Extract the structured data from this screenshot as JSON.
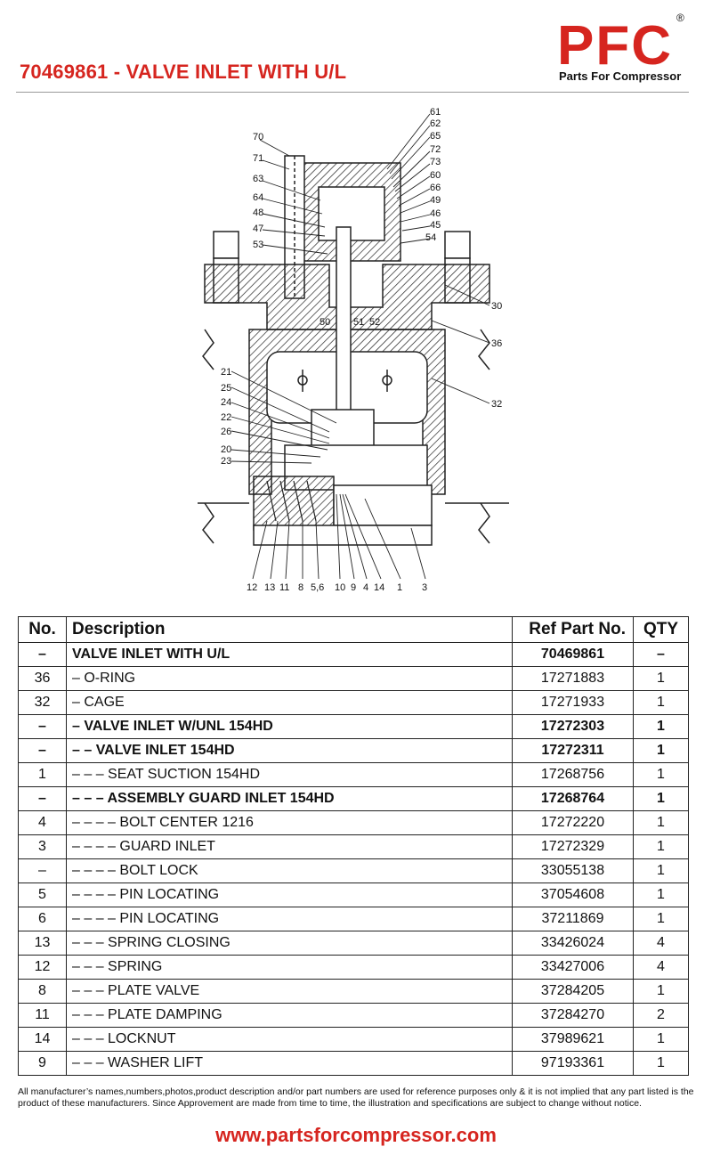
{
  "header": {
    "title": "70469861 - VALVE INLET WITH U/L",
    "logo_text": "PFC",
    "logo_registered": "®",
    "logo_tagline": "Parts For Compressor"
  },
  "drawing": {
    "callouts": [
      "61",
      "62",
      "65",
      "72",
      "73",
      "60",
      "66",
      "49",
      "46",
      "45",
      "54",
      "70",
      "71",
      "63",
      "64",
      "48",
      "47",
      "53",
      "50",
      "51",
      "52",
      "30",
      "36",
      "32",
      "21",
      "25",
      "24",
      "22",
      "26",
      "20",
      "23",
      "12",
      "13",
      "11",
      "8",
      "5,6",
      "10",
      "9",
      "4",
      "14",
      "1",
      "3"
    ]
  },
  "table": {
    "headers": {
      "no": "No.",
      "desc": "Description",
      "ref": "Ref Part No.",
      "qty": "QTY"
    },
    "rows": [
      {
        "no": "–",
        "desc": "VALVE INLET WITH U/L",
        "ref": "70469861",
        "qty": "–",
        "bold": true
      },
      {
        "no": "36",
        "desc": "– O-RING",
        "ref": "17271883",
        "qty": "1",
        "bold": false
      },
      {
        "no": "32",
        "desc": "– CAGE",
        "ref": "17271933",
        "qty": "1",
        "bold": false
      },
      {
        "no": "–",
        "desc": "– VALVE INLET W/UNL 154HD",
        "ref": "17272303",
        "qty": "1",
        "bold": true
      },
      {
        "no": "–",
        "desc": "– – VALVE INLET 154HD",
        "ref": "17272311",
        "qty": "1",
        "bold": true
      },
      {
        "no": "1",
        "desc": "– – – SEAT SUCTION 154HD",
        "ref": "17268756",
        "qty": "1",
        "bold": false
      },
      {
        "no": "–",
        "desc": "– – – ASSEMBLY GUARD INLET 154HD",
        "ref": "17268764",
        "qty": "1",
        "bold": true
      },
      {
        "no": "4",
        "desc": "– – – – BOLT CENTER 1216",
        "ref": "17272220",
        "qty": "1",
        "bold": false
      },
      {
        "no": "3",
        "desc": "– – – – GUARD INLET",
        "ref": "17272329",
        "qty": "1",
        "bold": false
      },
      {
        "no": "–",
        "desc": "– – – – BOLT LOCK",
        "ref": "33055138",
        "qty": "1",
        "bold": false
      },
      {
        "no": "5",
        "desc": "– – – – PIN LOCATING",
        "ref": "37054608",
        "qty": "1",
        "bold": false
      },
      {
        "no": "6",
        "desc": "– – – – PIN LOCATING",
        "ref": "37211869",
        "qty": "1",
        "bold": false
      },
      {
        "no": "13",
        "desc": "– – – SPRING CLOSING",
        "ref": "33426024",
        "qty": "4",
        "bold": false
      },
      {
        "no": "12",
        "desc": "– – – SPRING",
        "ref": "33427006",
        "qty": "4",
        "bold": false
      },
      {
        "no": "8",
        "desc": "– – – PLATE VALVE",
        "ref": "37284205",
        "qty": "1",
        "bold": false
      },
      {
        "no": "11",
        "desc": "– – – PLATE DAMPING",
        "ref": "37284270",
        "qty": "2",
        "bold": false
      },
      {
        "no": "14",
        "desc": "– – – LOCKNUT",
        "ref": "37989621",
        "qty": "1",
        "bold": false
      },
      {
        "no": "9",
        "desc": "– – – WASHER LIFT",
        "ref": "97193361",
        "qty": "1",
        "bold": false
      }
    ]
  },
  "footer": {
    "disclaimer": "All manufacturer’s names,numbers,photos,product description and/or part numbers are used for reference purposes only & it is not implied that any part listed is the product of these manufacturers.  Since Approvement are made from time to time,  the illustration and specifications are subject to change without notice.",
    "website": "www.partsforcompressor.com"
  },
  "colors": {
    "brand_red": "#d6251f",
    "text": "#111111",
    "rule": "#999999"
  }
}
